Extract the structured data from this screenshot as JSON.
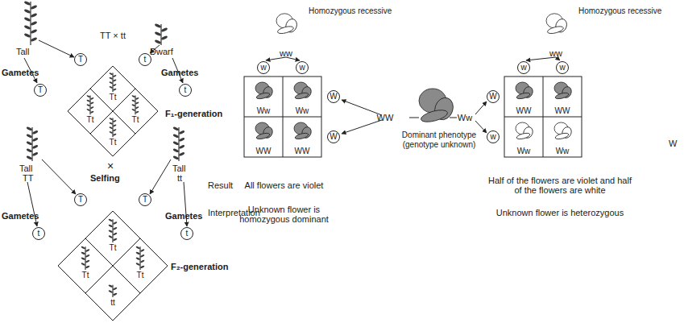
{
  "diagram": {
    "nodes": [
      {
        "text": [
          "T"
        ]
      },
      {
        "text": [
          "t"
        ]
      },
      {
        "text": [
          "T"
        ]
      },
      {
        "text": [
          "t"
        ]
      },
      {
        "text": [
          "Tt"
        ]
      },
      {
        "text": [
          "Tt"
        ]
      },
      {
        "text": [
          "Tt"
        ]
      },
      {
        "text": [
          "Tt"
        ]
      },
      {
        "text": [
          "T"
        ]
      },
      {
        "text": [
          "T"
        ]
      },
      {
        "text": [
          "t"
        ]
      },
      {
        "text": [
          "t"
        ]
      },
      {
        "text": [
          "Tt"
        ]
      },
      {
        "text": [
          "Tt"
        ]
      },
      {
        "text": [
          "Tt"
        ]
      },
      {
        "text": [
          "tt"
        ]
      },
      {
        "text": [
          "w"
        ]
      },
      {
        "text": [
          "w"
        ]
      },
      {
        "text": [
          "Ww"
        ]
      },
      {
        "text": [
          "Ww"
        ]
      },
      {
        "text": [
          "WW"
        ]
      },
      {
        "text": [
          "WW"
        ]
      },
      {
        "text": [
          "W"
        ]
      },
      {
        "text": [
          "W"
        ]
      },
      {
        "text": [
          "w"
        ]
      },
      {
        "text": [
          "w"
        ]
      },
      {
        "text": [
          "W"
        ]
      },
      {
        "text": [
          "w"
        ]
      },
      {
        "text": [
          "WW"
        ]
      },
      {
        "text": [
          "WW"
        ]
      },
      {
        "text": [
          "Ww"
        ]
      },
      {
        "text": [
          "Ww"
        ]
      }
    ],
    "labels": [
      "TT × tt",
      "Tall",
      "Dwarf",
      "Gametes",
      "Gametes",
      "F₁-generation",
      "Tall",
      "TT",
      "×",
      "Selfing",
      "Tall",
      "tt",
      "Gametes",
      "Gametes",
      "F₂-generation",
      "Homozygous recessive",
      "ww",
      "WW",
      "Dominant phenotype (genotype unknown)",
      "Ww",
      "Homozygous recessive",
      "ww",
      "W",
      "Result",
      "All flowers are violet",
      "Half of the flowers are violet and half of the flowers are white",
      "Interpretation",
      "Unknown flower is homozygous dominant",
      "Unknown flower is heterozygous"
    ]
  }
}
